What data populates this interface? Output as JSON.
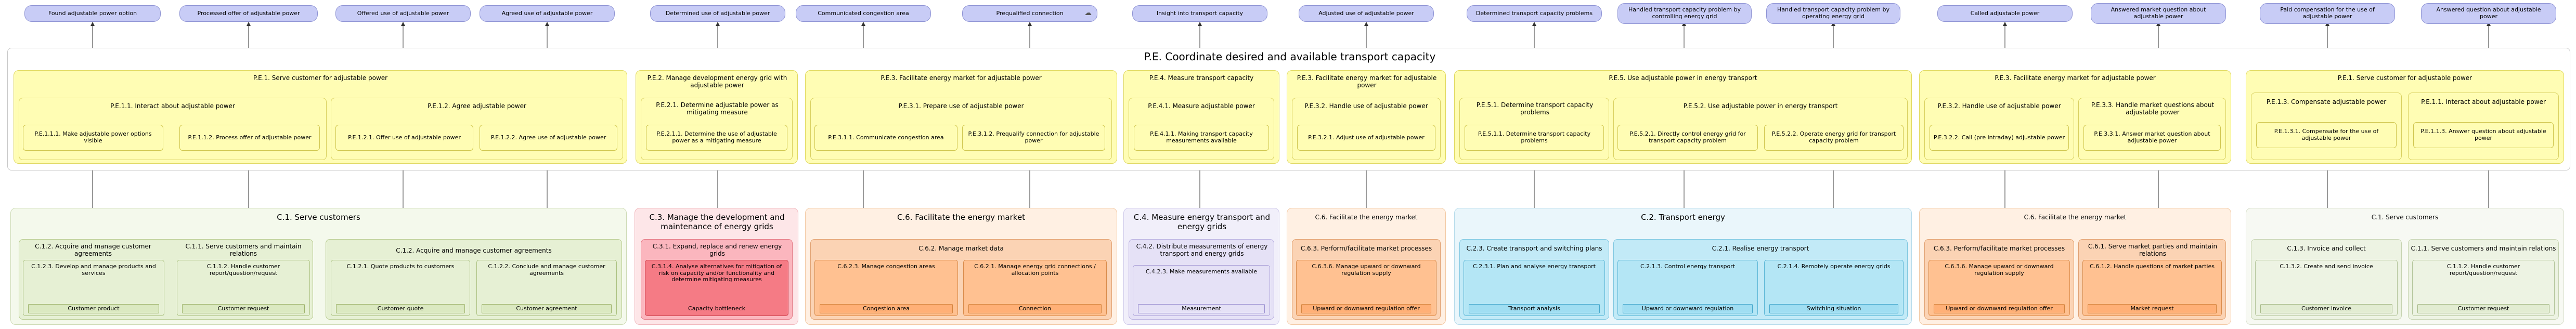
{
  "capabilities": [
    "Found adjustable power option",
    "Processed offer of adjustable power",
    "Offered use of adjustable power",
    "Agreed use of adjustable power",
    "Determined use of adjustable power",
    "Communicated congestion area",
    "Prequalified connection",
    "Insight into transport capacity",
    "Adjusted use of adjustable power",
    "Determined transport capacity problems",
    "Handled transport capacity problem by controlling energy grid",
    "Handled transport capacity problem by operating energy grid",
    "Called adjustable power",
    "Answered market question about adjustable power",
    "Paid compensation for the use of adjustable power",
    "Answered question about adjustable power"
  ],
  "pe": {
    "title": "P.E. Coordinate desired and available transport capacity",
    "bands": [
      {
        "title": "P.E.1. Serve customer for adjustable power",
        "subs": [
          {
            "title": "P.E.1.1. Interact about adjustable power",
            "leaves": [
              "P.E.1.1.1. Make adjustable power options visible",
              "P.E.1.1.2. Process offer of adjustable power"
            ]
          },
          {
            "title": "P.E.1.2. Agree adjustable power",
            "leaves": [
              "P.E.1.2.1. Offer use of adjustable power",
              "P.E.1.2.2. Agree use of adjustable power"
            ]
          }
        ]
      },
      {
        "title": "P.E.2. Manage development energy grid with adjustable power",
        "subs": [
          {
            "title": "P.E.2.1. Determine adjustable power as mitigating measure",
            "leaves": [
              "P.E.2.1.1. Determine the use of adjustable power as a mitigating measure"
            ]
          }
        ]
      },
      {
        "title": "P.E.3. Facilitate energy market for adjustable power",
        "subs": [
          {
            "title": "P.E.3.1. Prepare use of adjustable power",
            "leaves": [
              "P.E.3.1.1. Communicate congestion area",
              "P.E.3.1.2. Prequalify connection for adjustable power"
            ]
          }
        ]
      },
      {
        "title": "P.E.4. Measure transport capacity",
        "subs": [
          {
            "title": "P.E.4.1. Measure adjustable power",
            "leaves": [
              "P.E.4.1.1. Making transport capacity measurements available"
            ]
          }
        ]
      },
      {
        "title": "P.E.3. Facilitate energy market for adjustable power",
        "subs": [
          {
            "title": "P.E.3.2. Handle use of adjustable power",
            "leaves": [
              "P.E.3.2.1. Adjust use of adjustable power"
            ]
          }
        ]
      },
      {
        "title": "P.E.5. Use adjustable power in energy transport",
        "subs": [
          {
            "title": "P.E.5.1. Determine transport capacity problems",
            "leaves": [
              "P.E.5.1.1. Determine transport capacity problems"
            ]
          },
          {
            "title": "P.E.5.2. Use adjustable power in energy transport",
            "leaves": [
              "P.E.5.2.1. Directly control energy grid for transport capacity problem",
              "P.E.5.2.2. Operate energy grid for transport capacity problem"
            ]
          }
        ]
      },
      {
        "title": "P.E.3. Facilitate energy market for adjustable power",
        "subs": [
          {
            "title": "P.E.3.2. Handle use of adjustable power",
            "leaves": [
              "P.E.3.2.2. Call (pre intraday) adjustable power"
            ]
          },
          {
            "title": "P.E.3.3. Handle market questions about adjustable power",
            "leaves": [
              "P.E.3.3.1. Answer market question about adjustable power"
            ]
          }
        ]
      },
      {
        "title": "P.E.1. Serve customer for adjustable power",
        "subs": [
          {
            "title": "P.E.1.3. Compensate adjustable power",
            "leaves": [
              "P.E.1.3.1. Compensate for the use of adjustable power"
            ]
          },
          {
            "title": "P.E.1.1. Interact about adjustable power",
            "leaves": [
              "P.E.1.1.3. Answer question about adjustable power"
            ]
          }
        ]
      }
    ]
  },
  "c_bands": [
    {
      "title": "C.1. Serve customers",
      "color": "green",
      "boxes": [
        {
          "title": "C.1.2. Acquire and manage customer agreements",
          "leaf": "C.1.2.3. Develop and manage products and services",
          "obj": "Customer product"
        },
        {
          "title": "C.1.1. Serve customers and maintain relations",
          "leaf": "C.1.1.2. Handle customer report/question/request",
          "obj": "Customer request"
        },
        {
          "title": "C.1.2. Acquire and manage customer agreements",
          "leaf": "C.1.2.1. Quote products to customers",
          "obj": "Customer quote"
        },
        {
          "title": "",
          "leaf": "C.1.2.2. Conclude and manage customer agreements",
          "obj": "Customer agreement"
        }
      ]
    },
    {
      "title": "C.3. Manage the development and maintenance of energy grids",
      "color": "pink",
      "boxes": [
        {
          "title": "C.3.1. Expand, replace and renew energy grids",
          "leaf": "C.3.1.4. Analyse alternatives for mitigation of risk on capacity and/or functionality and determine mitigating measures",
          "obj": "Capacity bottleneck"
        }
      ]
    },
    {
      "title": "C.6. Facilitate the energy market",
      "color": "orange",
      "boxes": [
        {
          "title": "C.6.2. Manage market data",
          "leaf": "C.6.2.3. Manage congestion areas",
          "obj": "Congestion area"
        },
        {
          "title": "",
          "leaf": "C.6.2.1. Manage energy grid connections / allocation points",
          "obj": "Connection"
        }
      ]
    },
    {
      "title": "C.4. Measure energy transport and energy grids",
      "color": "purple",
      "boxes": [
        {
          "title": "C.4.2. Distribute measurements of energy transport and energy grids",
          "leaf": "C.4.2.3. Make measurements available",
          "obj": "Measurement"
        }
      ]
    },
    {
      "title": "C.6. Facilitate the energy market",
      "color": "orange",
      "small": true,
      "boxes": [
        {
          "title": "C.6.3. Perform/facilitate market processes",
          "leaf": "C.6.3.6. Manage upward or downward regulation supply",
          "obj": "Upward or downward regulation offer"
        }
      ]
    },
    {
      "title": "C.2. Transport energy",
      "color": "blue",
      "boxes": [
        {
          "title": "C.2.3. Create transport and switching plans",
          "leaf": "C.2.3.1. Plan and analyse energy transport",
          "obj": "Transport analysis"
        },
        {
          "title": "C.2.1. Realise energy transport",
          "leaf": "C.2.1.3. Control energy transport",
          "obj": "Upward or downward regulation"
        },
        {
          "title": "",
          "leaf": "C.2.1.4. Remotely operate energy grids",
          "obj": "Switching situation"
        }
      ]
    },
    {
      "title": "C.6. Facilitate the energy market",
      "color": "orange",
      "small": true,
      "boxes": [
        {
          "title": "C.6.3. Perform/facilitate market processes",
          "leaf": "C.6.3.6. Manage upward or downward regulation supply",
          "obj": "Upward or downward regulation offer"
        },
        {
          "title": "C.6.1. Serve market parties and maintain relations",
          "leaf": "C.6.1.2. Handle questions of market parties",
          "obj": "Market request"
        }
      ]
    },
    {
      "title": "C.1. Serve customers",
      "color": "lite",
      "small": true,
      "boxes": [
        {
          "title": "C.1.3. Invoice and collect",
          "leaf": "C.1.3.2. Create and send invoice",
          "obj": "Customer invoice"
        },
        {
          "title": "C.1.1. Serve customers and maintain relations",
          "leaf": "C.1.1.2. Handle customer report/question/request",
          "obj": "Customer request"
        }
      ]
    }
  ]
}
